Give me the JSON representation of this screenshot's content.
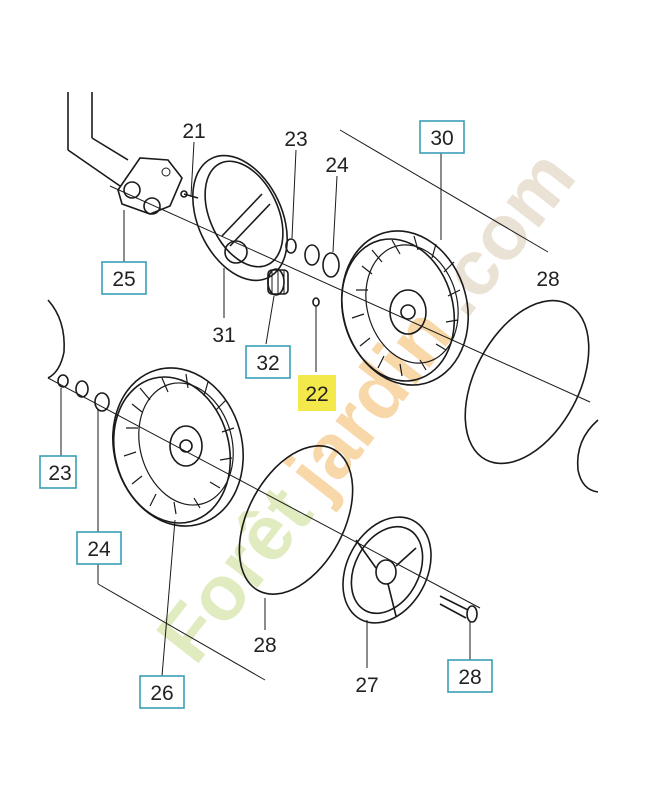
{
  "labels": {
    "l21": "21",
    "l23a": "23",
    "l24a": "24",
    "l30": "30",
    "l25": "25",
    "l28a": "28",
    "l31": "31",
    "l32": "32",
    "l22": "22",
    "l23b": "23",
    "l24b": "24",
    "l28b": "28",
    "l27": "27",
    "l28c": "28",
    "l26": "26"
  },
  "watermark": {
    "part1": "Forêt",
    "part2": "jardin",
    "part3": ".com",
    "colors": {
      "green": "#c6dc8a",
      "orange": "#f2b660",
      "tan": "#d8cbb0"
    }
  },
  "colors": {
    "box_border": "#3a9fb5",
    "highlight": "#f4e94a"
  }
}
